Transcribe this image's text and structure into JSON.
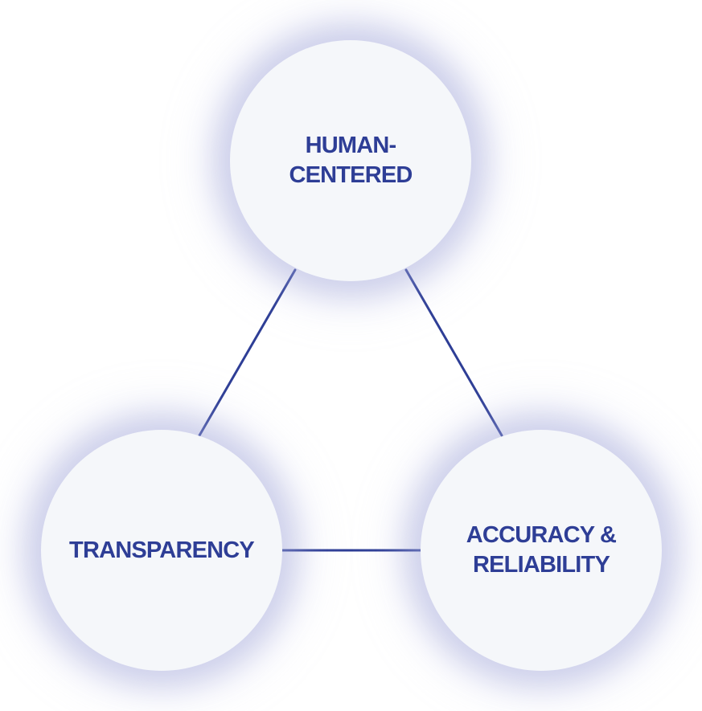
{
  "diagram": {
    "nodes": {
      "top": {
        "label": "HUMAN-\nCENTERED"
      },
      "left": {
        "label": "TRANSPARENCY"
      },
      "right": {
        "label": "ACCURACY &\nRELIABILITY"
      }
    },
    "edges": [
      {
        "from": "top",
        "to": "left"
      },
      {
        "from": "top",
        "to": "right"
      },
      {
        "from": "left",
        "to": "right"
      }
    ],
    "colors": {
      "accent": "#2e3e96",
      "node_fill": "#f5f7fa",
      "glow": "#969cd2"
    }
  }
}
